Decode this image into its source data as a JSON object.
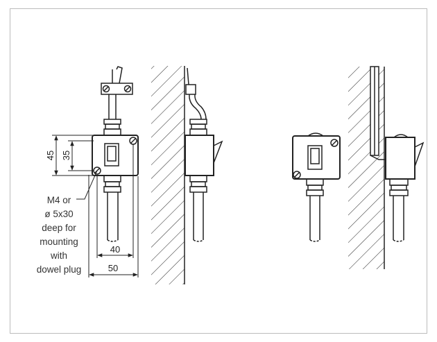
{
  "dimensions": {
    "height_outer": "45",
    "height_inner": "35",
    "width_inner": "40",
    "width_outer": "50"
  },
  "mounting_note": {
    "lines": [
      "M4 or",
      "ø 5x30",
      "deep for",
      "mounting",
      "with",
      "dowel plug"
    ]
  },
  "views": [
    "front-view-with-cable",
    "side-view-wall-mount-cable-top",
    "front-view-compact",
    "side-view-wall-mount-conduit"
  ]
}
